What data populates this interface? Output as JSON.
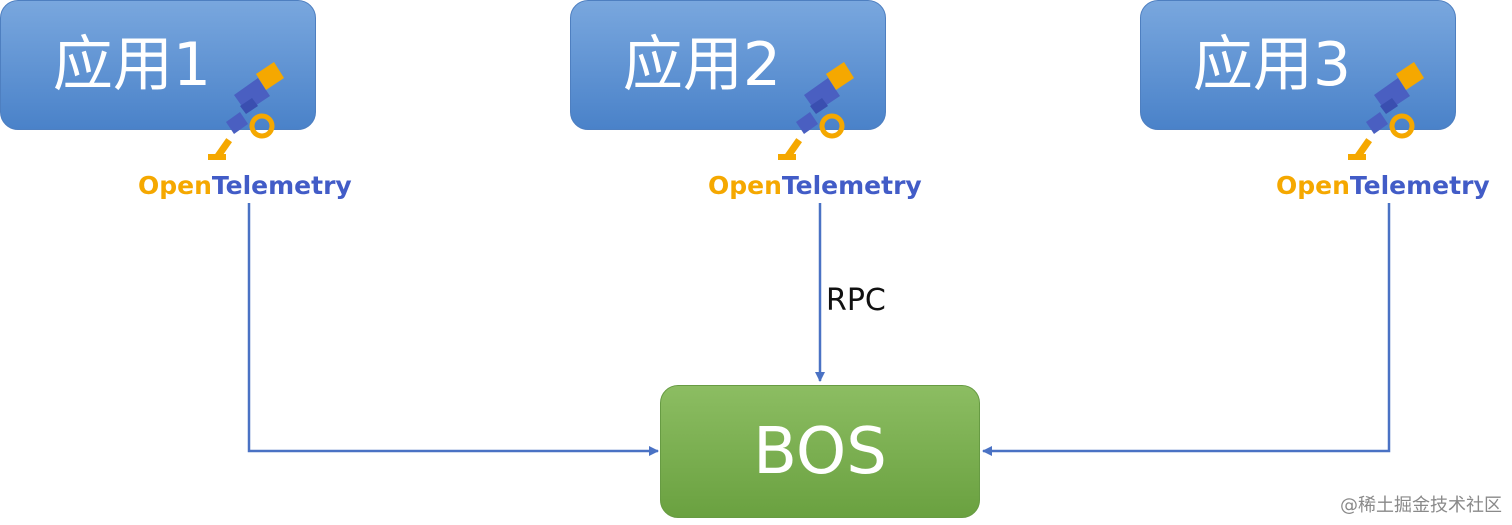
{
  "apps": [
    {
      "label": "应用1",
      "brand_open": "Open",
      "brand_tel": "Telemetry"
    },
    {
      "label": "应用2",
      "brand_open": "Open",
      "brand_tel": "Telemetry"
    },
    {
      "label": "应用3",
      "brand_open": "Open",
      "brand_tel": "Telemetry"
    }
  ],
  "target": {
    "label": "BOS"
  },
  "edge_label": "RPC",
  "watermark": "@稀土掘金技术社区",
  "colors": {
    "app_box": "#5b8fd3",
    "target_box": "#78ad4f",
    "connector": "#4a72c4",
    "brand_orange": "#f5a800",
    "brand_blue": "#425cc7"
  },
  "icons": {
    "instrument": "telescope-icon"
  }
}
